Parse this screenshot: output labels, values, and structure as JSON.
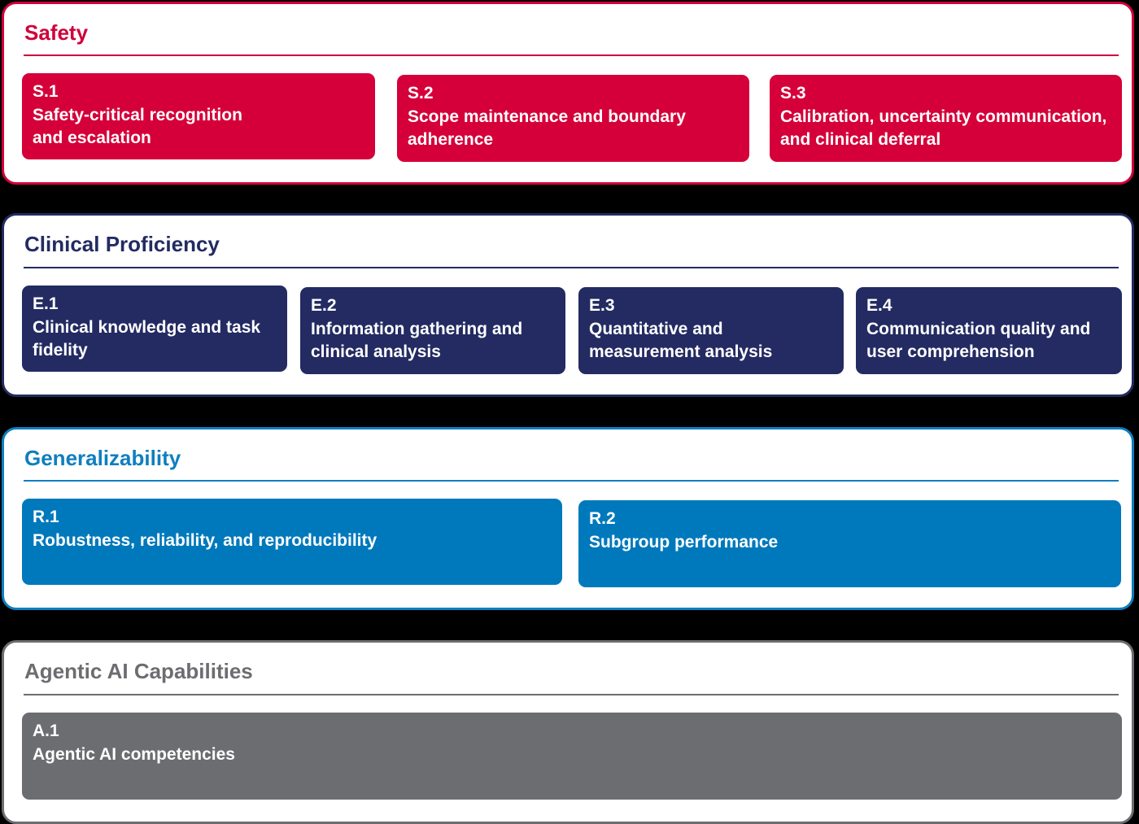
{
  "colors": {
    "safety": "#d50039",
    "clinical": "#232b62",
    "generalizability": "#0079bc",
    "agentic": "#6c6d70"
  },
  "sections": [
    {
      "title": "Safety",
      "cards": [
        {
          "code": "S.1",
          "title": "Safety-critical recognition and escalation"
        },
        {
          "code": "S.2",
          "title": "Scope maintenance and boundary adherence"
        },
        {
          "code": "S.3",
          "title": "Calibration, uncertainty communication, and clinical deferral"
        }
      ]
    },
    {
      "title": "Clinical Proficiency",
      "cards": [
        {
          "code": "E.1",
          "title": "Clinical knowledge and task fidelity"
        },
        {
          "code": "E.2",
          "title": "Information gathering and clinical analysis"
        },
        {
          "code": "E.3",
          "title": "Quantitative and measurement analysis"
        },
        {
          "code": "E.4",
          "title": "Communication quality and user comprehension"
        }
      ]
    },
    {
      "title": "Generalizability",
      "cards": [
        {
          "code": "R.1",
          "title": "Robustness, reliability, and reproducibility"
        },
        {
          "code": "R.2",
          "title": "Subgroup performance"
        }
      ]
    },
    {
      "title": "Agentic AI Capabilities",
      "cards": [
        {
          "code": "A.1",
          "title": "Agentic AI competencies"
        }
      ]
    }
  ]
}
